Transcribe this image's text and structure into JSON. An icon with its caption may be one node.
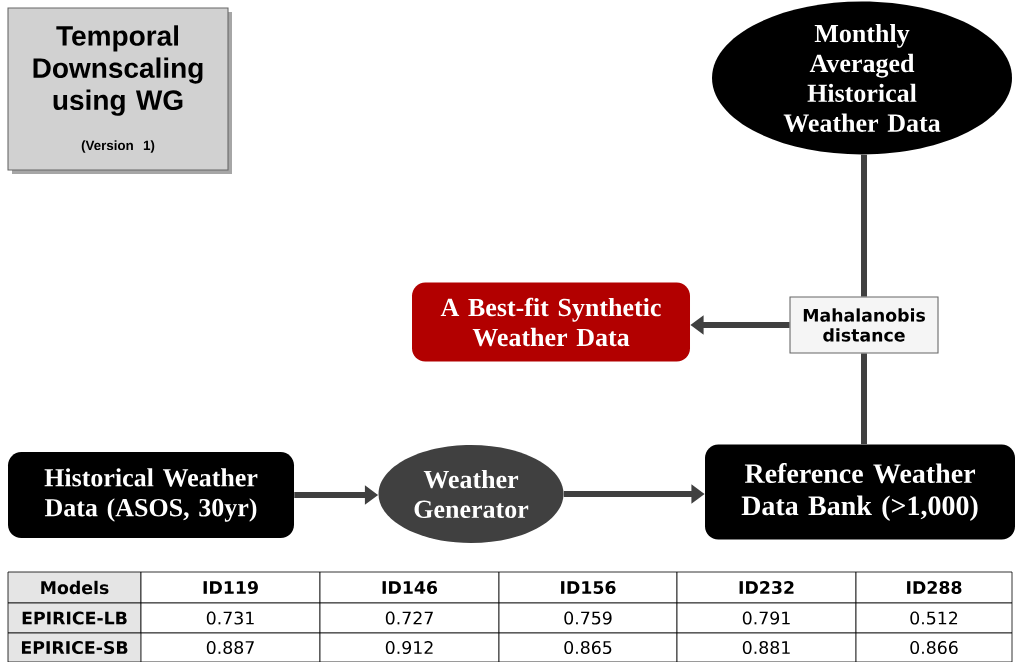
{
  "diagram": {
    "nodes": [
      {
        "text": [
          "Temporal Downscaling using WG",
          "(Version 1)"
        ]
      },
      {
        "text": [
          "Monthly Averaged Historical Weather Data"
        ]
      },
      {
        "text": [
          "A Best-fit Synthetic Weather Data"
        ]
      },
      {
        "text": [
          "Mahalanobis distance"
        ]
      },
      {
        "text": [
          "Historical Weather Data (ASOS, 30yr)"
        ]
      },
      {
        "text": [
          "Weather Generator"
        ]
      },
      {
        "text": [
          "Reference Weather Data Bank (>1,000)"
        ]
      }
    ],
    "edges": [
      {
        "from": 4,
        "to": 5,
        "arrow": "to"
      },
      {
        "from": 5,
        "to": 6,
        "arrow": "to"
      },
      {
        "from": 1,
        "to": 3,
        "arrow": "none"
      },
      {
        "from": 6,
        "to": 3,
        "arrow": "none"
      },
      {
        "from": 3,
        "to": 2,
        "arrow": "to"
      }
    ],
    "labels": [
      "Models",
      "ID119",
      "ID146",
      "ID156",
      "ID232",
      "ID288",
      "EPIRICE-LB",
      "0.731",
      "0.727",
      "0.759",
      "0.791",
      "0.512",
      "EPIRICE-SB",
      "0.887",
      "0.912",
      "0.865",
      "0.881",
      "0.866"
    ]
  }
}
